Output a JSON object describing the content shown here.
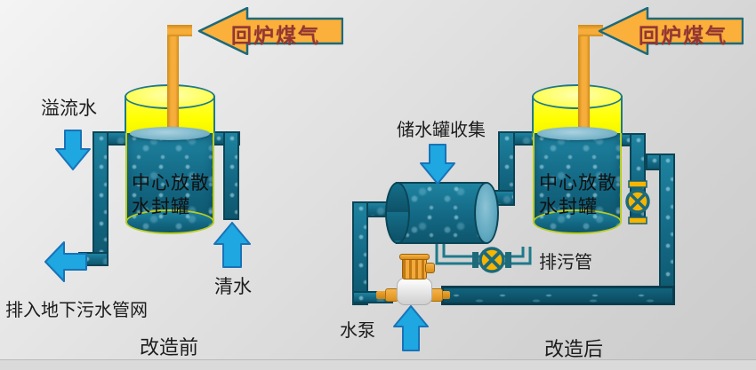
{
  "left_diagram": {
    "gas_arrow_label": "回炉煤气",
    "overflow_label": "溢流水",
    "tank_label_line1": "中心放散",
    "tank_label_line2": "水封罐",
    "sewer_label": "排入地下污水管网",
    "clean_water_label": "清水",
    "caption": "改造前"
  },
  "right_diagram": {
    "gas_arrow_label": "回炉煤气",
    "collect_label": "储水罐收集",
    "tank_label_line1": "中心放散",
    "tank_label_line2": "水封罐",
    "drain_pipe_label": "排污管",
    "pump_label": "水泵",
    "caption": "改造后"
  },
  "colors": {
    "gas_arrow_fill": "#fbb03b",
    "gas_arrow_text": "#943634",
    "water_teal": "#15718c",
    "tank_yellow": "#ffff00",
    "flow_arrow_blue": "#1ea7e0",
    "valve_yellow": "#f7b500",
    "outline_teal": "#1d6a7a",
    "background": "#dcdcdc"
  }
}
